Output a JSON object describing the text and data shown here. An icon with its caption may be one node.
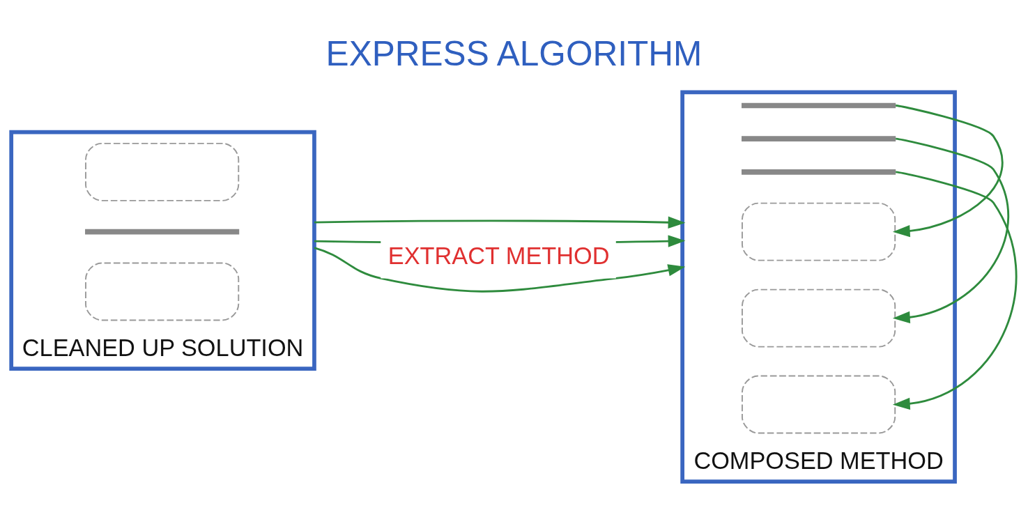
{
  "diagram": {
    "title": "EXPRESS ALGORITHM",
    "nodes": [
      {
        "text": [],
        "shape": "box",
        "beside": [
          "CLEANED UP SOLUTION"
        ]
      },
      {
        "text": [],
        "shape": "box",
        "in": 0
      },
      {
        "text": [],
        "shape": "bar",
        "in": 0
      },
      {
        "text": [],
        "shape": "box",
        "in": 0
      },
      {
        "text": [],
        "shape": "box",
        "beside": [
          "COMPOSED METHOD"
        ]
      },
      {
        "text": [],
        "shape": "bar",
        "in": 4
      },
      {
        "text": [],
        "shape": "bar",
        "in": 4
      },
      {
        "text": [],
        "shape": "bar",
        "in": 4
      },
      {
        "text": [],
        "shape": "box",
        "in": 4
      },
      {
        "text": [],
        "shape": "box",
        "in": 4
      },
      {
        "text": [],
        "shape": "box",
        "in": 4
      }
    ],
    "edges": [
      {
        "from": 0,
        "to": 4,
        "arrow": "to"
      },
      {
        "from": 0,
        "to": 4,
        "arrow": "to"
      },
      {
        "from": 0,
        "to": 4,
        "label": "EXTRACT METHOD",
        "arrow": "to"
      },
      {
        "from": 5,
        "to": 8,
        "arrow": "to"
      },
      {
        "from": 6,
        "to": 9,
        "arrow": "to"
      },
      {
        "from": 7,
        "to": 10,
        "arrow": "to"
      }
    ]
  }
}
